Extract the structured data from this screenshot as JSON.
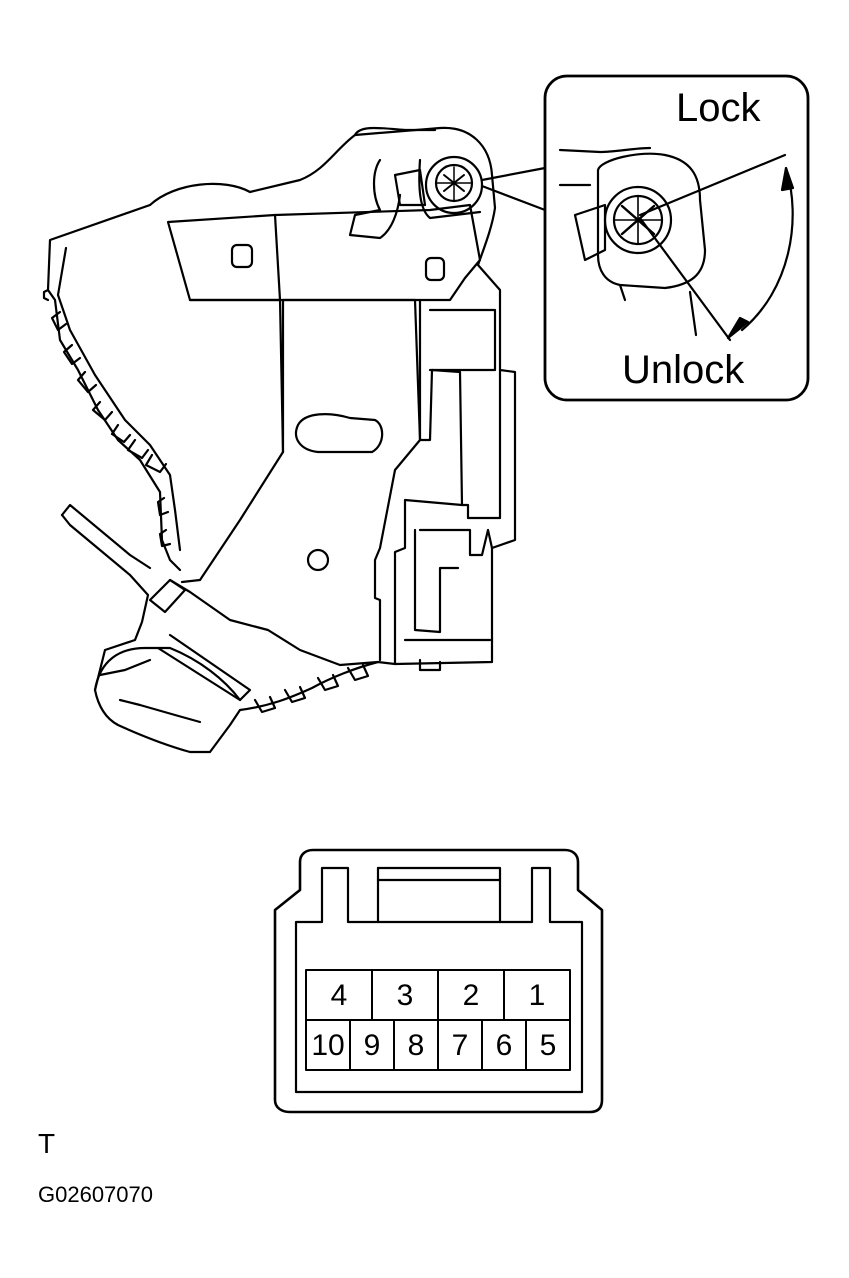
{
  "callout": {
    "lock_label": "Lock",
    "unlock_label": "Unlock"
  },
  "connector": {
    "top_row": [
      "4",
      "3",
      "2",
      "1"
    ],
    "bottom_row": [
      "10",
      "9",
      "8",
      "7",
      "6",
      "5"
    ]
  },
  "footer": {
    "view_letter": "T",
    "figure_code": "G02607070"
  }
}
